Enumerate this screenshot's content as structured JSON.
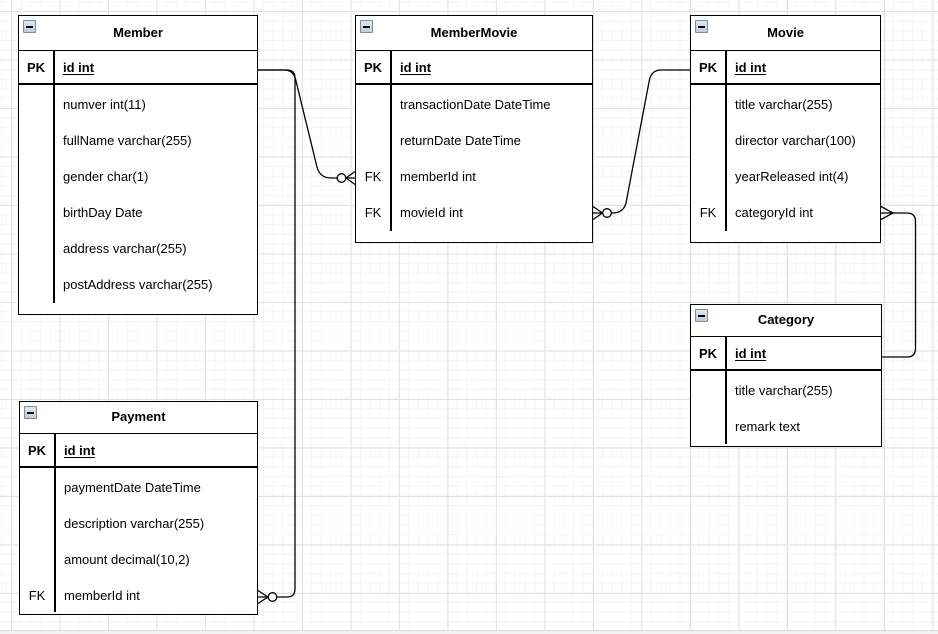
{
  "diagram": {
    "kind": "entity-relationship-diagram",
    "colors": {
      "stroke": "#000000",
      "entity_fill": "#ffffff",
      "grid_major": "#e2e2e7",
      "grid_minor": "#f5f5f8",
      "collapse_icon_fill": "#ccd3e2"
    }
  },
  "entities": [
    {
      "name": "Member",
      "collapse_icon": "minus",
      "columns": [
        {
          "key": "PK",
          "text": "id int",
          "pk": true
        },
        {
          "key": "",
          "text": "numver int(11)"
        },
        {
          "key": "",
          "text": "fullName varchar(255)"
        },
        {
          "key": "",
          "text": "gender char(1)"
        },
        {
          "key": "",
          "text": "birthDay Date"
        },
        {
          "key": "",
          "text": "address varchar(255)"
        },
        {
          "key": "",
          "text": "postAddress varchar(255)"
        }
      ]
    },
    {
      "name": "MemberMovie",
      "collapse_icon": "minus",
      "columns": [
        {
          "key": "PK",
          "text": "id int",
          "pk": true
        },
        {
          "key": "",
          "text": "transactionDate DateTime"
        },
        {
          "key": "",
          "text": "returnDate DateTime"
        },
        {
          "key": "FK",
          "text": "memberId int"
        },
        {
          "key": "FK",
          "text": "movieId int"
        }
      ]
    },
    {
      "name": "Movie",
      "collapse_icon": "minus",
      "columns": [
        {
          "key": "PK",
          "text": "id int",
          "pk": true
        },
        {
          "key": "",
          "text": "title varchar(255)"
        },
        {
          "key": "",
          "text": "director varchar(100)"
        },
        {
          "key": "",
          "text": "yearReleased int(4)"
        },
        {
          "key": "FK",
          "text": "categoryId int"
        }
      ]
    },
    {
      "name": "Category",
      "collapse_icon": "minus",
      "columns": [
        {
          "key": "PK",
          "text": "id int",
          "pk": true
        },
        {
          "key": "",
          "text": "title varchar(255)"
        },
        {
          "key": "",
          "text": "remark text"
        }
      ]
    },
    {
      "name": "Payment",
      "collapse_icon": "minus",
      "columns": [
        {
          "key": "PK",
          "text": "id int",
          "pk": true
        },
        {
          "key": "",
          "text": "paymentDate DateTime"
        },
        {
          "key": "",
          "text": "description varchar(255)"
        },
        {
          "key": "",
          "text": "amount decimal(10,2)"
        },
        {
          "key": "FK",
          "text": "memberId int"
        }
      ]
    }
  ],
  "relationships": [
    {
      "name": "member-membermovie",
      "from": "Member.id",
      "to": "MemberMovie.memberId",
      "from_end": "one",
      "to_end": "zero-or-many"
    },
    {
      "name": "movie-membermovie",
      "from": "Movie.id",
      "to": "MemberMovie.movieId",
      "from_end": "one",
      "to_end": "zero-or-many"
    },
    {
      "name": "movie-category",
      "from": "Category.id",
      "to": "Movie.categoryId",
      "from_end": "one",
      "to_end": "many"
    },
    {
      "name": "member-payment",
      "from": "Member.id",
      "to": "Payment.memberId",
      "from_end": "one",
      "to_end": "zero-or-many"
    }
  ]
}
